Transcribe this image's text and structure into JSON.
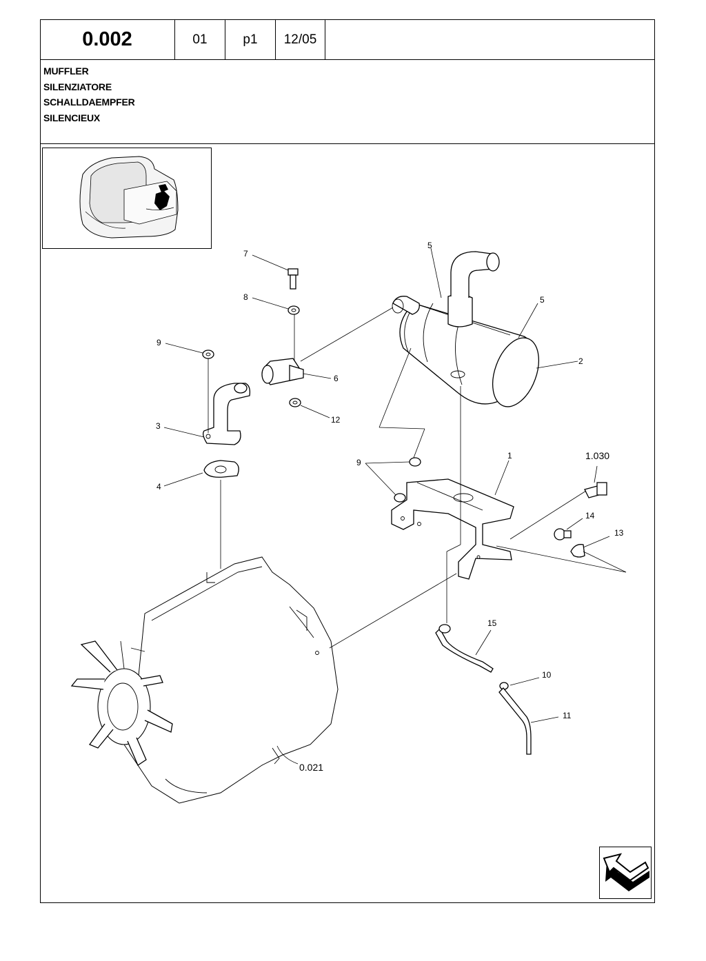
{
  "header": {
    "code": "0.002",
    "col1": "01",
    "col2": "p1",
    "col3": "12/05"
  },
  "titles": [
    "MUFFLER",
    "SILENZIATORE",
    "SCHALLDAEMPFER",
    "SILENCIEUX"
  ],
  "callouts": {
    "c1": "1",
    "c2": "2",
    "c3": "3",
    "c4": "4",
    "c5a": "5",
    "c5b": "5",
    "c6": "6",
    "c7": "7",
    "c8": "8",
    "c9a": "9",
    "c9b": "9",
    "c10": "10",
    "c11": "11",
    "c12": "12",
    "c13": "13",
    "c14": "14",
    "c15": "15",
    "ref1030": "1.030",
    "ref0021": "0.021"
  },
  "icons": {
    "thumbnail": "machine-overview-icon",
    "navigation": "next-page-arrow-icon"
  }
}
